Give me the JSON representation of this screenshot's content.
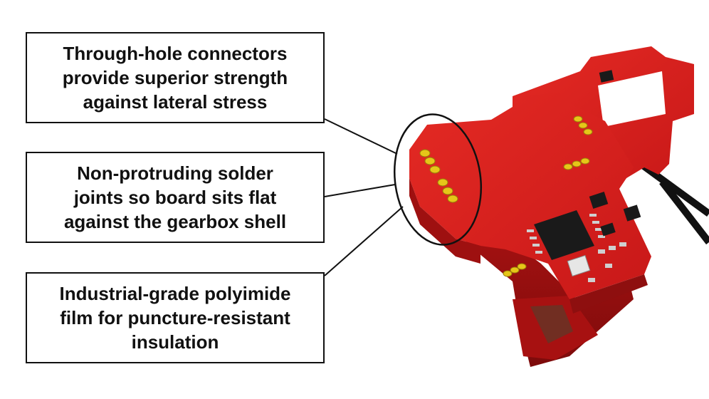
{
  "callouts": [
    {
      "lines": [
        "Through-hole connectors",
        "provide superior strength",
        "against lateral stress"
      ]
    },
    {
      "lines": [
        "Non-protruding solder",
        "joints so board sits flat",
        "against the gearbox shell"
      ]
    },
    {
      "lines": [
        "Industrial-grade polyimide",
        "film for puncture-resistant",
        "insulation"
      ]
    }
  ],
  "colors": {
    "board_red": "#d81e1e",
    "board_dark": "#8e0f0f",
    "pad_gold": "#e6c619",
    "chip_black": "#1a1a1a",
    "wire_black": "#111111"
  },
  "icons": {
    "photo": "pcb-board-photo",
    "highlight": "highlight-ellipse"
  }
}
